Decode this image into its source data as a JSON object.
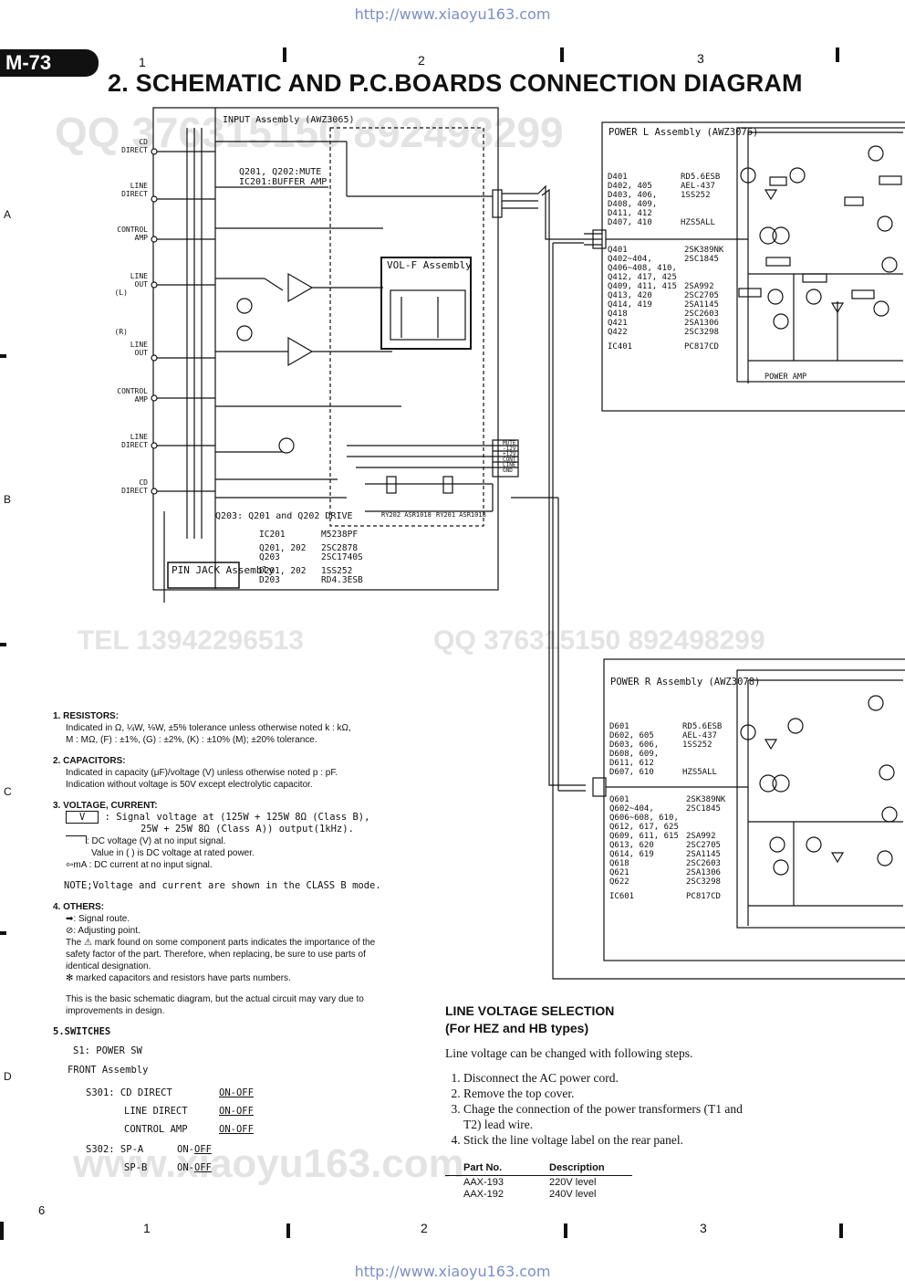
{
  "urls": {
    "top": "http://www.xiaoyu163.com",
    "bottom": "http://www.xiaoyu163.com"
  },
  "model": "M-73",
  "title": "2. SCHEMATIC AND P.C.BOARDS CONNECTION DIAGRAM",
  "columns": [
    "1",
    "2",
    "3"
  ],
  "rows": [
    "A",
    "B",
    "C",
    "D"
  ],
  "page_number": "6",
  "watermarks": [
    "QQ 376315150  892498299",
    "TEL 13942296513",
    "QQ 376315150 892498299",
    "www.xiaoyu163.com"
  ],
  "schematic": {
    "input_assembly": "INPUT Assembly (AWZ3065)",
    "jacks": [
      "CD DIRECT",
      "LINE DIRECT",
      "CONTROL AMP",
      "LINE OUT",
      "(L)",
      "(R)",
      "LINE OUT",
      "CONTROL AMP",
      "LINE DIRECT",
      "CD DIRECT"
    ],
    "mute_note": "Q201, Q202:MUTE",
    "buffer_note": "IC201:BUFFER AMP",
    "volf": "VOL-F Assembly",
    "pin_jack": "PIN JACK Assembly",
    "drive_note": "Q203: Q201 and Q202 DRIVE",
    "relays": [
      "RY201 ASR1018",
      "RY202 ASR1018"
    ],
    "j2_labels": [
      "MUTE",
      "-12V",
      "+12V",
      "CONT",
      "LINE",
      "GND"
    ],
    "input_parts": [
      [
        "IC201",
        "M5238PF"
      ],
      [
        "Q201, 202",
        "2SC2878"
      ],
      [
        "Q203",
        "2SC1740S"
      ],
      [
        "D201, 202",
        "1SS252"
      ],
      [
        "D203",
        "RD4.3ESB"
      ]
    ],
    "power_l": {
      "title": "POWER L Assembly (AWZ3076)",
      "diodes": [
        [
          "D401",
          "RD5.6ESB"
        ],
        [
          "D402, 405",
          "AEL-437"
        ],
        [
          "D403, 406,",
          "1SS252"
        ],
        [
          "D408, 409,",
          ""
        ],
        [
          "D411, 412",
          ""
        ],
        [
          "D407, 410",
          "HZS5ALL"
        ]
      ],
      "transistors": [
        [
          "Q401",
          "2SK389NK"
        ],
        [
          "Q402~404,",
          "2SC1845"
        ],
        [
          "Q406~408, 410,",
          ""
        ],
        [
          "Q412, 417, 425",
          ""
        ],
        [
          "Q409, 411, 415",
          "2SA992"
        ],
        [
          "Q413, 420",
          "2SC2705"
        ],
        [
          "Q414, 419",
          "2SA1145"
        ],
        [
          "Q418",
          "2SC2603"
        ],
        [
          "Q421",
          "2SA1306"
        ],
        [
          "Q422",
          "2SC3298"
        ],
        [
          "IC401",
          "PC817CD"
        ]
      ],
      "section": "POWER AMP"
    },
    "power_r": {
      "title": "POWER R Assembly (AWZ3078)",
      "diodes": [
        [
          "D601",
          "RD5.6ESB"
        ],
        [
          "D602, 605",
          "AEL-437"
        ],
        [
          "D603, 606,",
          "1SS252"
        ],
        [
          "D608, 609,",
          ""
        ],
        [
          "D611, 612",
          ""
        ],
        [
          "D607, 610",
          "HZS5ALL"
        ]
      ],
      "transistors": [
        [
          "Q601",
          "2SK389NK"
        ],
        [
          "Q602~404,",
          "2SC1845"
        ],
        [
          "Q606~608, 610,",
          ""
        ],
        [
          "Q612, 617, 625",
          ""
        ],
        [
          "Q609, 611, 615",
          "2SA992"
        ],
        [
          "Q613, 620",
          "2SC2705"
        ],
        [
          "Q614, 619",
          "2SA1145"
        ],
        [
          "Q618",
          "2SC2603"
        ],
        [
          "Q621",
          "2SA1306"
        ],
        [
          "Q622",
          "2SC3298"
        ],
        [
          "IC601",
          "PC817CD"
        ]
      ]
    }
  },
  "notes": {
    "resistors_h": "1. RESISTORS:",
    "resistors_1": "Indicated in Ω, ¼W, ⅛W, ±5% tolerance unless otherwise noted k : kΩ,",
    "resistors_2": "M : MΩ, (F) : ±1%, (G) : ±2%, (K) : ±10% (M); ±20% tolerance.",
    "capacitors_h": "2. CAPACITORS:",
    "capacitors_1": "Indicated in capacity (μF)/voltage (V) unless otherwise noted p : pF.",
    "capacitors_2": "Indication without voltage is 50V except electrolytic capacitor.",
    "voltage_h": "3. VOLTAGE, CURRENT:",
    "voltage_box": "V",
    "voltage_1": ": Signal voltage at (125W + 125W 8Ω (Class B),",
    "voltage_2": "25W + 25W 8Ω (Class A)) output(1kHz).",
    "voltage_dc": ": DC voltage (V) at no input signal.",
    "voltage_rated": "Value in (   ) is DC voltage at rated power.",
    "voltage_ma": "mA : DC current at no input signal.",
    "voltage_note": "NOTE;Voltage and current are shown in the CLASS B mode.",
    "others_h": "4. OTHERS:",
    "others_signal": ": Signal route.",
    "others_adjust": ": Adjusting point.",
    "others_safety": "The  ⚠  mark found on some component parts indicates the importance of the safety factor of the part. Therefore, when replacing, be sure to use parts of identical designation.",
    "others_marked": "✻ marked capacitors and resistors have parts numbers.",
    "basic": "This is the basic schematic diagram, but the actual circuit may vary due to improvements in design.",
    "switches_h": "5.SWITCHES",
    "s1": "S1:   POWER SW",
    "front": "FRONT Assembly",
    "s301": [
      "S301: CD DIRECT",
      "LINE DIRECT",
      "CONTROL AMP"
    ],
    "s302": [
      "S302: SP-A",
      "SP-B"
    ],
    "onoff": "ON-OFF",
    "on": "ON-",
    "off": "OFF"
  },
  "line_voltage": {
    "title1": "LINE VOLTAGE SELECTION",
    "title2": "(For HEZ and HB types)",
    "intro": "Line voltage can be changed with following steps.",
    "steps": [
      "Disconnect the AC power cord.",
      "Remove the top cover.",
      "Chage the connection of the power transformers (T1 and T2) lead wire.",
      "Stick the line voltage label on the rear panel."
    ],
    "table_headers": [
      "Part No.",
      "Description"
    ],
    "table_rows": [
      [
        "AAX-193",
        "220V  level"
      ],
      [
        "AAX-192",
        "240V  level"
      ]
    ]
  }
}
